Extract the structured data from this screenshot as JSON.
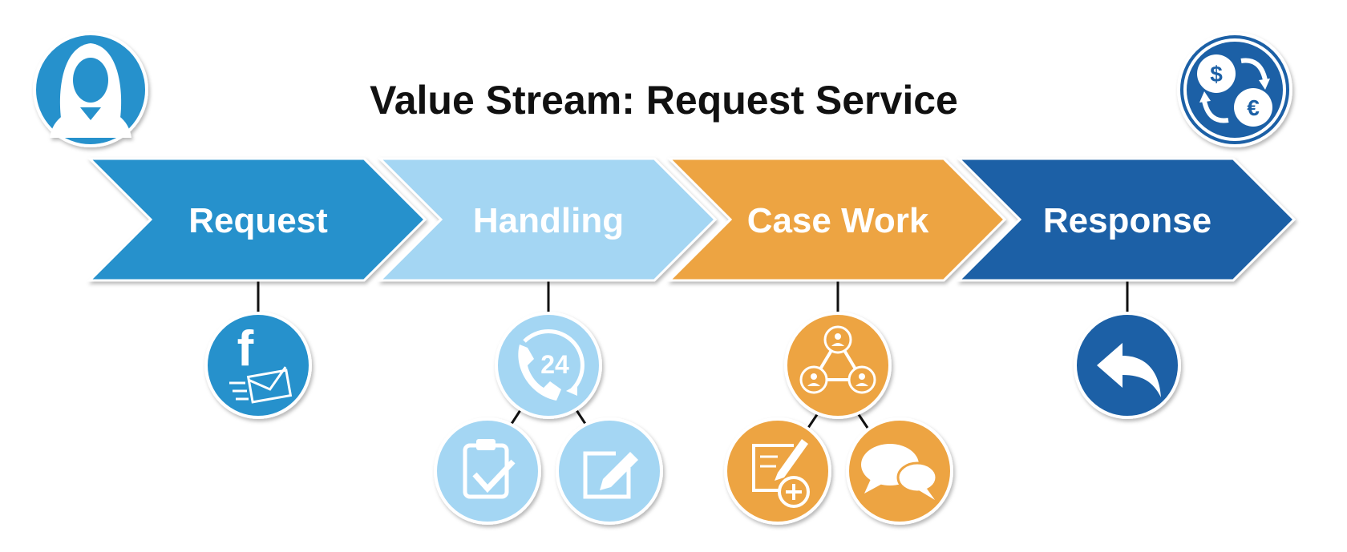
{
  "title": "Value Stream: Request Service",
  "colors": {
    "stage_1": "#2591cc",
    "stage_2": "#a4d6f3",
    "stage_3": "#eda443",
    "stage_4": "#1b61a6",
    "icon_mark": "#ffffff",
    "connector": "#111111"
  },
  "corner_icons": {
    "left": "customer-woman-icon",
    "right": "currency-exchange-icon"
  },
  "stages": [
    {
      "label": "Request",
      "icons": [
        "facebook-mail-icon"
      ]
    },
    {
      "label": "Handling",
      "icons": [
        "phone-24-icon",
        "clipboard-check-icon",
        "edit-note-icon"
      ]
    },
    {
      "label": "Case Work",
      "icons": [
        "network-people-icon",
        "add-document-icon",
        "chat-bubbles-icon"
      ]
    },
    {
      "label": "Response",
      "icons": [
        "reply-arrow-icon"
      ]
    }
  ]
}
